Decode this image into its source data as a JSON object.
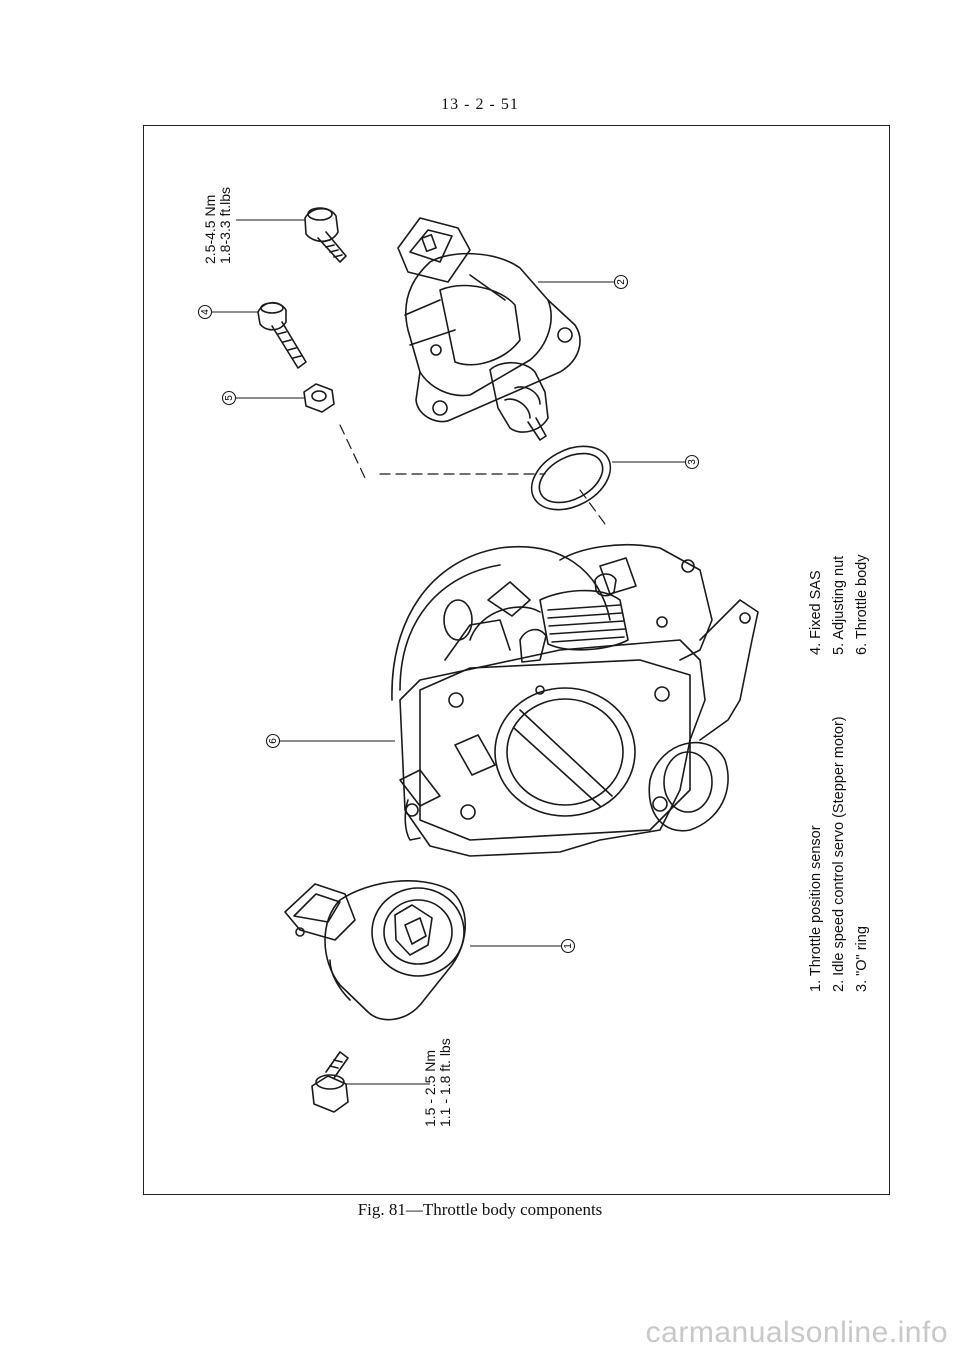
{
  "page": {
    "number": "13 - 2 - 51",
    "caption": "Fig. 81—Throttle body components",
    "watermark": "carmanualsonline.info"
  },
  "legend": {
    "col1": [
      "1.  Throttle position sensor",
      "2.  Idle speed control servo (Stepper motor)",
      "3.  \"O\" ring"
    ],
    "col2": [
      "4.  Fixed SAS",
      "5.  Adjusting nut",
      "6.  Throttle body"
    ]
  },
  "torque_specs": {
    "servo_screw": [
      "2.5-4.5 Nm",
      "1.8-3.3 ft.lbs"
    ],
    "sensor_screw": [
      "1.5 - 2.5 Nm",
      "1.1 - 1.8 ft. lbs"
    ]
  },
  "callouts": [
    "1",
    "2",
    "3",
    "4",
    "5",
    "6"
  ]
}
